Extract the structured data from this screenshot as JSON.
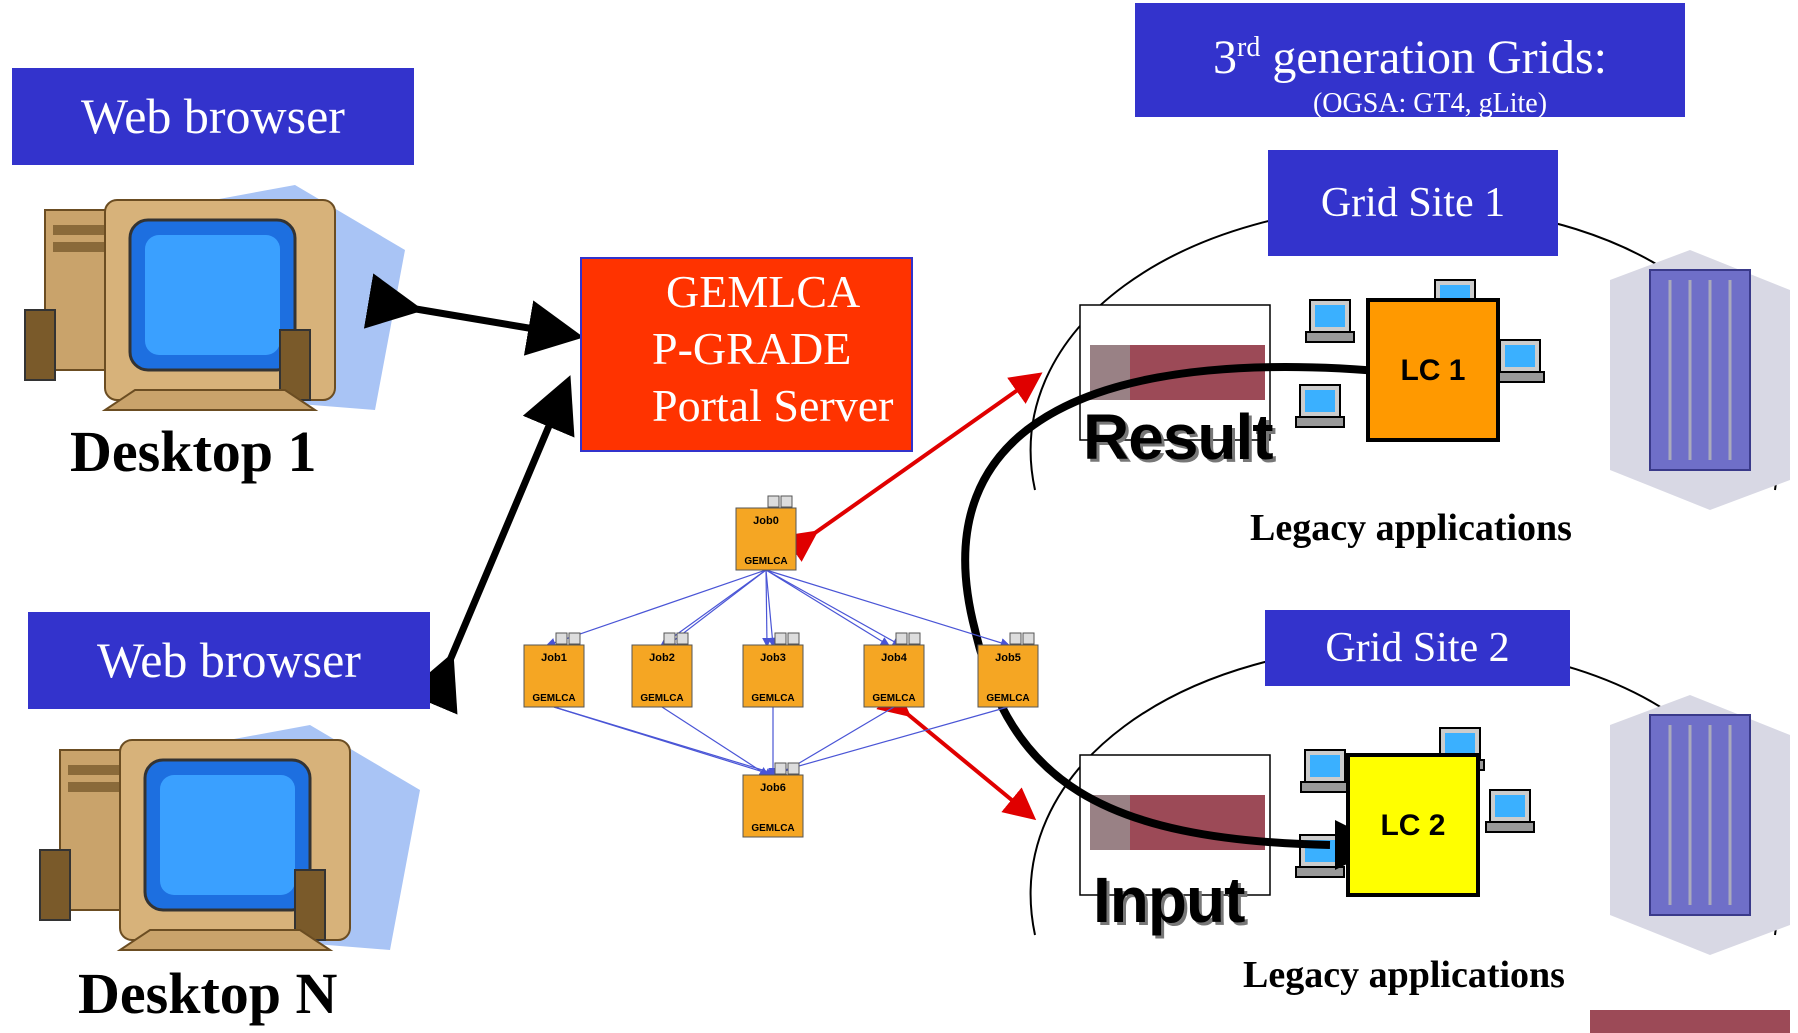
{
  "desktops": [
    {
      "browser_label": "Web browser",
      "name": "Desktop 1"
    },
    {
      "browser_label": "Web browser",
      "name": "Desktop N"
    }
  ],
  "portal": {
    "line1": "GEMLCA",
    "line2": "P-GRADE",
    "line3": "Portal Server",
    "color": "#ff3300"
  },
  "grids": {
    "title_prefix": "3",
    "title_sup": "rd",
    "title_rest": " generation Grids:",
    "subtitle": "(OGSA: GT4, gLite)"
  },
  "sites": [
    {
      "name": "Grid Site 1",
      "lc": "LC 1",
      "lc_color": "#ff9900",
      "flow_word": "Result",
      "legacy": "Legacy applications"
    },
    {
      "name": "Grid Site 2",
      "lc": "LC 2",
      "lc_color": "#ffff00",
      "flow_word": "Input",
      "legacy": "Legacy applications"
    }
  ],
  "workflow": {
    "jobs": [
      "Job0",
      "Job1",
      "Job2",
      "Job3",
      "Job4",
      "Job5",
      "Job6"
    ],
    "job_tag": "GEMLCA"
  },
  "colors": {
    "label_box": "#3333cc",
    "job_fill": "#f5a623",
    "arrow_red": "#e00000"
  }
}
